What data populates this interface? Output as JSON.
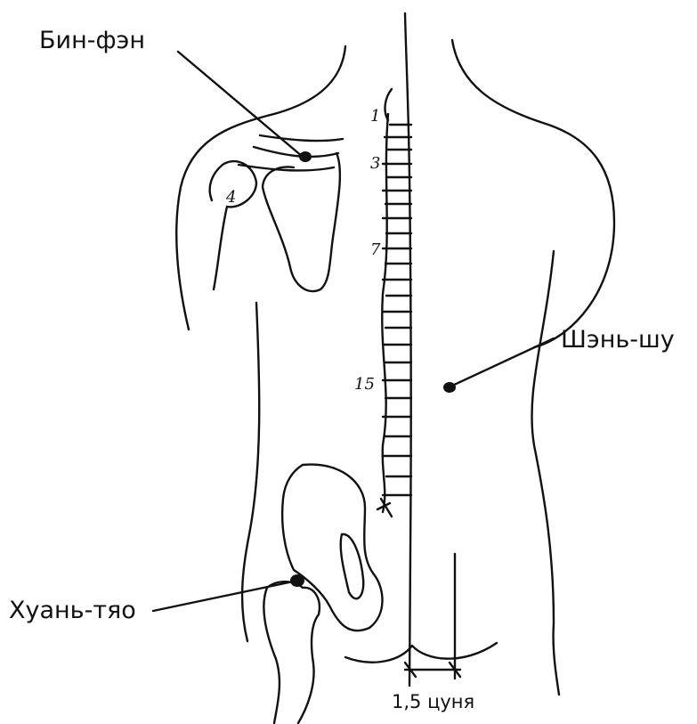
{
  "points": {
    "bin_fen": "Бин-фэн",
    "shen_shu": "Шэнь-шу",
    "huan_tiao": "Хуань-тяо"
  },
  "measure": {
    "distance": "1,5 цуня"
  },
  "vertebra_markers": {
    "v1": "1",
    "v3": "3",
    "v7": "7",
    "v15": "15",
    "humerus": "4"
  }
}
